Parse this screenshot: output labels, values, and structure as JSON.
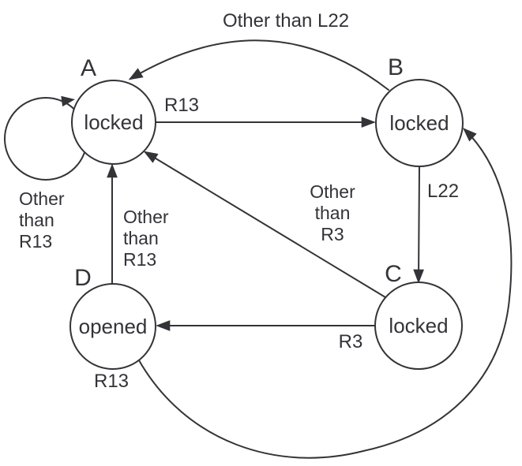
{
  "states": {
    "a": {
      "letter": "A",
      "label": "locked"
    },
    "b": {
      "letter": "B",
      "label": "locked"
    },
    "c": {
      "letter": "C",
      "label": "locked"
    },
    "d": {
      "letter": "D",
      "label": "opened"
    }
  },
  "transitions": {
    "a_to_b": {
      "from": "A",
      "to": "B",
      "label": "R13"
    },
    "b_to_a": {
      "from": "B",
      "to": "A",
      "label": "Other than L22"
    },
    "b_to_c": {
      "from": "B",
      "to": "C",
      "label": "L22"
    },
    "c_to_d": {
      "from": "C",
      "to": "D",
      "label": "R3"
    },
    "c_to_a": {
      "from": "C",
      "to": "A",
      "label": "Other than R3",
      "lines": [
        "Other",
        "than",
        "R3"
      ]
    },
    "d_to_a": {
      "from": "D",
      "to": "A",
      "label": "Other than R13",
      "lines": [
        "Other",
        "than",
        "R13"
      ]
    },
    "a_self": {
      "from": "A",
      "to": "A",
      "label": "Other than R13",
      "lines": [
        "Other",
        "than",
        "R13"
      ]
    },
    "d_to_b": {
      "from": "D",
      "to": "B",
      "label": "R13"
    }
  },
  "colors": {
    "line": "#333338",
    "text": "#333338",
    "state_fill": "#ffffff",
    "background": "#ffffff"
  }
}
